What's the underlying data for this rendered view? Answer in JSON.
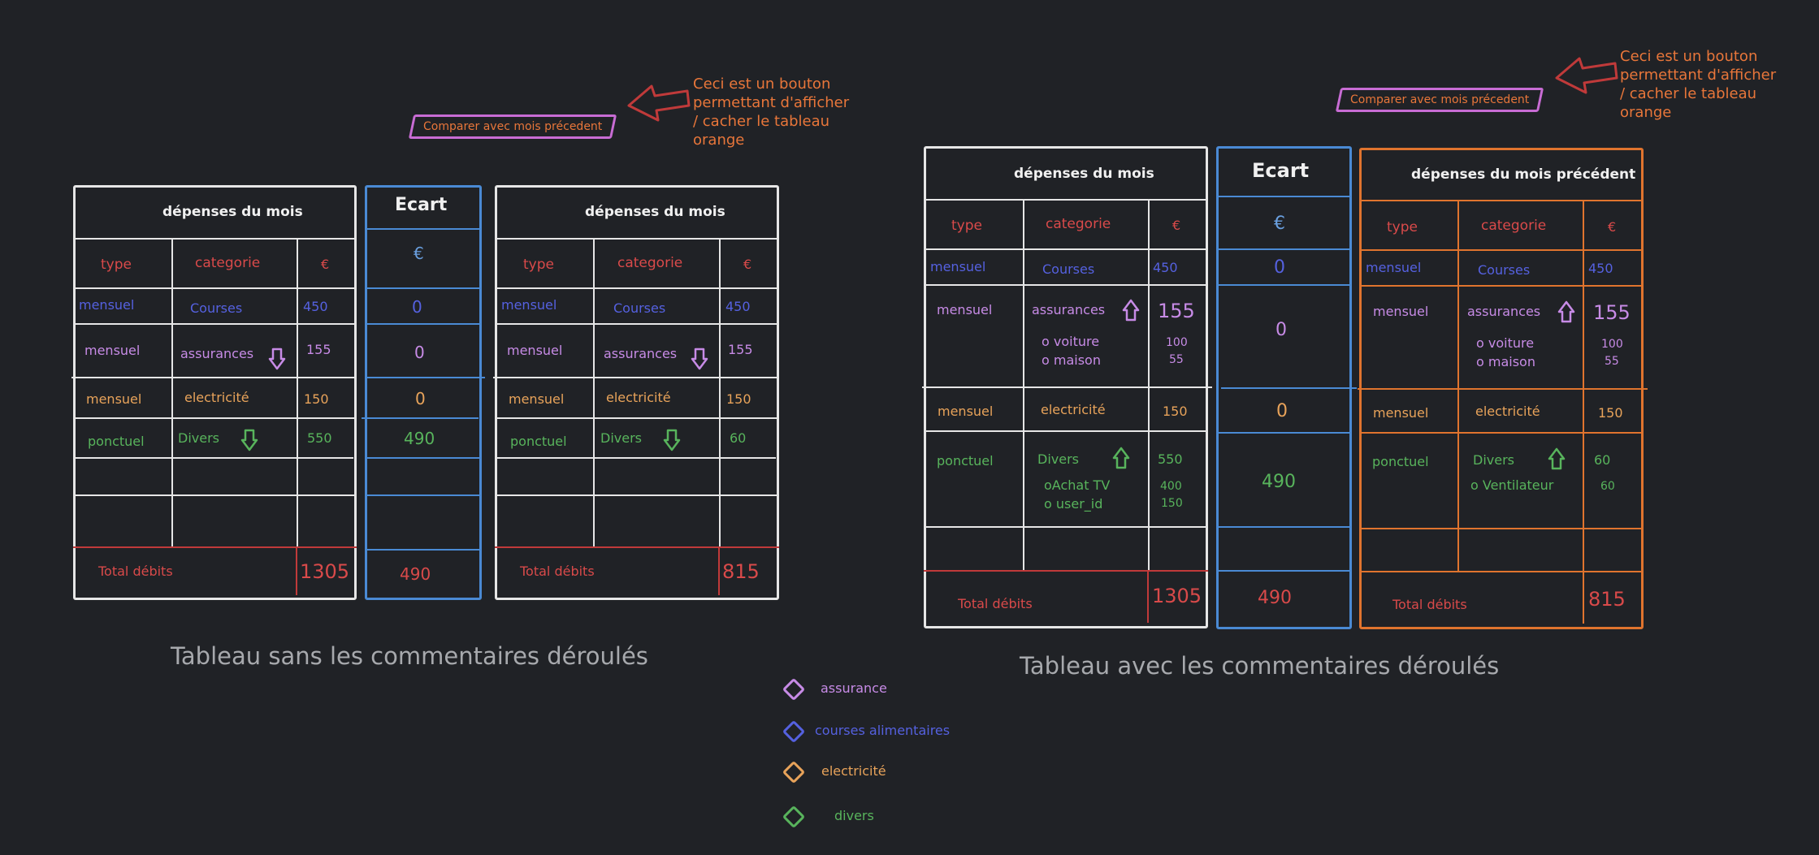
{
  "annotation": {
    "lines": [
      "Ceci est un bouton",
      "permettant d'afficher",
      "/ cacher le tableau",
      "orange"
    ]
  },
  "compare_button": {
    "label": "Comparer avec mois précedent"
  },
  "captions": {
    "left": "Tableau sans les commentaires déroulés",
    "right": "Tableau avec les commentaires déroulés"
  },
  "left_section": {
    "main_table": {
      "title": "dépenses du mois",
      "headers": {
        "type": "type",
        "categorie": "categorie",
        "amount": "€"
      },
      "rows": [
        {
          "type": "mensuel",
          "categorie": "Courses",
          "amount": "450"
        },
        {
          "type": "mensuel",
          "categorie": "assurances",
          "amount": "155"
        },
        {
          "type": "mensuel",
          "categorie": "electricité",
          "amount": "150"
        },
        {
          "type": "ponctuel",
          "categorie": "Divers",
          "amount": "550"
        }
      ],
      "total_label": "Total débits",
      "total_value": "1305"
    },
    "ecart": {
      "title": "Ecart",
      "unit": "€",
      "values": [
        "0",
        "0",
        "0",
        "490"
      ],
      "total": "490"
    },
    "prev_table": {
      "title": "dépenses du mois",
      "headers": {
        "type": "type",
        "categorie": "categorie",
        "amount": "€"
      },
      "rows": [
        {
          "type": "mensuel",
          "categorie": "Courses",
          "amount": "450"
        },
        {
          "type": "mensuel",
          "categorie": "assurances",
          "amount": "155"
        },
        {
          "type": "mensuel",
          "categorie": "electricité",
          "amount": "150"
        },
        {
          "type": "ponctuel",
          "categorie": "Divers",
          "amount": "60"
        }
      ],
      "total_label": "Total débits",
      "total_value": "815"
    }
  },
  "right_section": {
    "main_table": {
      "title": "dépenses du mois",
      "headers": {
        "type": "type",
        "categorie": "categorie",
        "amount": "€"
      },
      "rows": [
        {
          "type": "mensuel",
          "categorie": "Courses",
          "amount": "450"
        },
        {
          "type": "mensuel",
          "categorie": "assurances",
          "amount": "155",
          "sub": [
            {
              "label": "o  voiture",
              "amount": "100"
            },
            {
              "label": "o  maison",
              "amount": "55"
            }
          ]
        },
        {
          "type": "mensuel",
          "categorie": "electricité",
          "amount": "150"
        },
        {
          "type": "ponctuel",
          "categorie": "Divers",
          "amount": "550",
          "sub": [
            {
              "label": "oAchat TV",
              "amount": "400"
            },
            {
              "label": "o  user_id",
              "amount": "150"
            }
          ]
        }
      ],
      "total_label": "Total débits",
      "total_value": "1305"
    },
    "ecart": {
      "title": "Ecart",
      "unit": "€",
      "values": [
        "0",
        "0",
        "0",
        "490"
      ],
      "total": "490"
    },
    "prev_table": {
      "title": "dépenses du mois précédent",
      "headers": {
        "type": "type",
        "categorie": "categorie",
        "amount": "€"
      },
      "rows": [
        {
          "type": "mensuel",
          "categorie": "Courses",
          "amount": "450"
        },
        {
          "type": "mensuel",
          "categorie": "assurances",
          "amount": "155",
          "sub": [
            {
              "label": "o  voiture",
              "amount": "100"
            },
            {
              "label": "o  maison",
              "amount": "55"
            }
          ]
        },
        {
          "type": "mensuel",
          "categorie": "electricité",
          "amount": "150"
        },
        {
          "type": "ponctuel",
          "categorie": "Divers",
          "amount": "60",
          "sub": [
            {
              "label": "o  Ventilateur",
              "amount": "60"
            }
          ]
        }
      ],
      "total_label": "Total débits",
      "total_value": "815"
    }
  },
  "legend": [
    {
      "label": "assurance",
      "color": "#c78be6"
    },
    {
      "label": "courses alimentaires",
      "color": "#5561e0"
    },
    {
      "label": "electricité",
      "color": "#e8a35a"
    },
    {
      "label": "divers",
      "color": "#58b45c"
    }
  ],
  "colors": {
    "background": "#202226",
    "table_border": "#e6e6e6",
    "ecart_border": "#4a8ad4",
    "prev_border": "#e0742e",
    "total_line": "#c03a3a",
    "button_border": "#c86cd4"
  }
}
